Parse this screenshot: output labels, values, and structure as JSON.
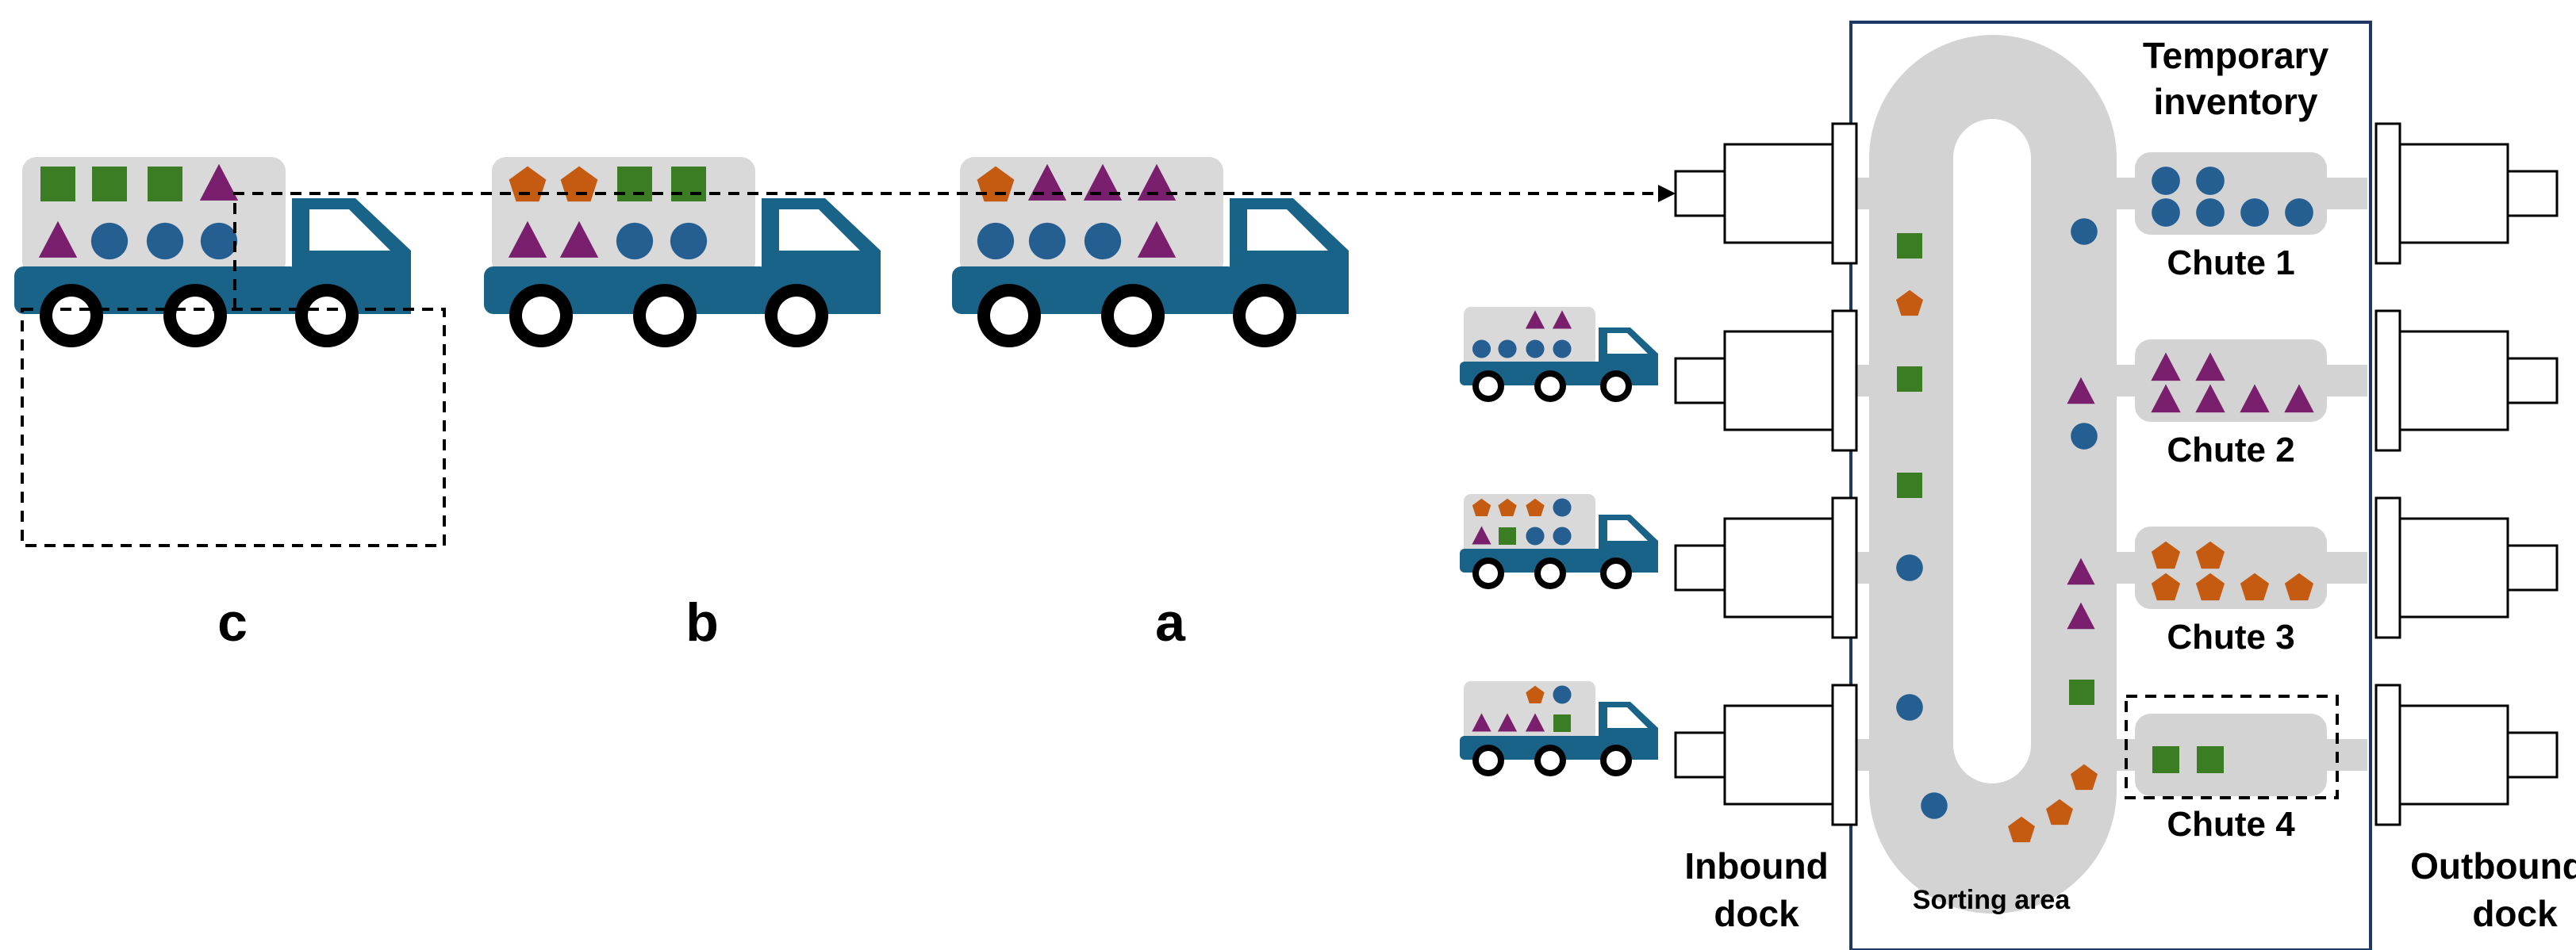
{
  "colors": {
    "truck_body": "#1a6388",
    "cargo_gray": "#d9d9d9",
    "conveyor_gray": "#d3d3d3",
    "square": "#3a7d22",
    "triangle": "#7a1f6e",
    "circle": "#255e91",
    "pentagon": "#c55a11",
    "frame_stroke": "#1f3864"
  },
  "queued_trucks": [
    {
      "label": "c",
      "highlighted": true,
      "cargo_top": [
        "square",
        "square",
        "square",
        "triangle"
      ],
      "cargo_bottom": [
        "triangle",
        "circle",
        "circle",
        "circle"
      ]
    },
    {
      "label": "b",
      "highlighted": false,
      "cargo_top": [
        "pentagon",
        "pentagon",
        "square",
        "square"
      ],
      "cargo_bottom": [
        "triangle",
        "triangle",
        "circle",
        "circle"
      ]
    },
    {
      "label": "a",
      "highlighted": false,
      "cargo_top": [
        "pentagon",
        "triangle",
        "triangle",
        "triangle"
      ],
      "cargo_bottom": [
        "circle",
        "circle",
        "circle",
        "triangle"
      ]
    }
  ],
  "docked_trucks": [
    {
      "cargo_top": [
        "triangle",
        "triangle"
      ],
      "cargo_bottom": [
        "circle",
        "circle",
        "circle",
        "circle"
      ]
    },
    {
      "cargo_top": [
        "pentagon",
        "pentagon",
        "pentagon",
        "circle"
      ],
      "cargo_bottom": [
        "triangle",
        "square",
        "circle",
        "circle"
      ]
    },
    {
      "cargo_top": [
        "pentagon",
        "circle"
      ],
      "cargo_bottom": [
        "triangle",
        "triangle",
        "triangle",
        "square"
      ]
    }
  ],
  "chutes": [
    {
      "label": "Chute 1",
      "items_top": [
        "circle",
        "circle"
      ],
      "items_bottom": [
        "circle",
        "circle",
        "circle",
        "circle"
      ],
      "highlighted": false
    },
    {
      "label": "Chute 2",
      "items_top": [
        "triangle",
        "triangle"
      ],
      "items_bottom": [
        "triangle",
        "triangle",
        "triangle",
        "triangle"
      ],
      "highlighted": false
    },
    {
      "label": "Chute 3",
      "items_top": [
        "pentagon",
        "pentagon"
      ],
      "items_bottom": [
        "pentagon",
        "pentagon",
        "pentagon",
        "pentagon"
      ],
      "highlighted": false
    },
    {
      "label": "Chute 4",
      "items_top": [],
      "items_bottom": [
        "square",
        "square"
      ],
      "highlighted": true
    }
  ],
  "conveyor_items": [
    "square",
    "pentagon",
    "square",
    "square",
    "circle",
    "circle",
    "circle",
    "pentagon",
    "pentagon",
    "pentagon",
    "square",
    "triangle",
    "triangle",
    "triangle",
    "circle",
    "circle"
  ],
  "labels": {
    "temporary_inventory": [
      "Temporary",
      "inventory"
    ],
    "inbound_dock": [
      "Inbound",
      "dock"
    ],
    "outbound_dock": [
      "Outbound",
      "dock"
    ],
    "sorting_area": "Sorting area"
  }
}
